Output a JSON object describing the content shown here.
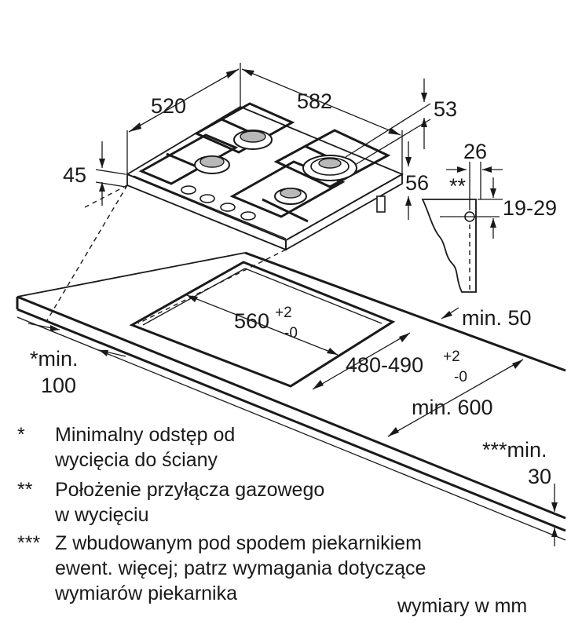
{
  "dimensions": {
    "hob_depth": "520",
    "hob_width": "582",
    "top_offset": "53",
    "height": "45",
    "side_offset": "56",
    "gas_offset": "26",
    "gas_height_range": "19-29",
    "gas_marker": "**",
    "cutout_width": "560",
    "cutout_width_tol_plus": "+2",
    "cutout_width_tol_minus": "-0",
    "cutout_depth": "480-490",
    "cutout_depth_tol_plus": "+2",
    "cutout_depth_tol_minus": "-0",
    "min_50": "min. 50",
    "min_600": "min. 600",
    "wall_min_line1": "*min.",
    "wall_min_line2": "100",
    "oven_min_line1": "***min.",
    "oven_min_line2": "30"
  },
  "notes": [
    {
      "marker": "*",
      "lines": [
        "Minimalny odstęp od",
        "wycięcia do ściany"
      ]
    },
    {
      "marker": "**",
      "lines": [
        "Położenie przyłącza gazowego",
        "w wycięciu"
      ]
    },
    {
      "marker": "***",
      "lines": [
        "Z wbudowanym pod spodem piekarnikiem",
        "ewent. więcej; patrz wymagania dotyczące",
        "wymiarów piekarnika"
      ]
    }
  ],
  "units_note": "wymiary w mm"
}
